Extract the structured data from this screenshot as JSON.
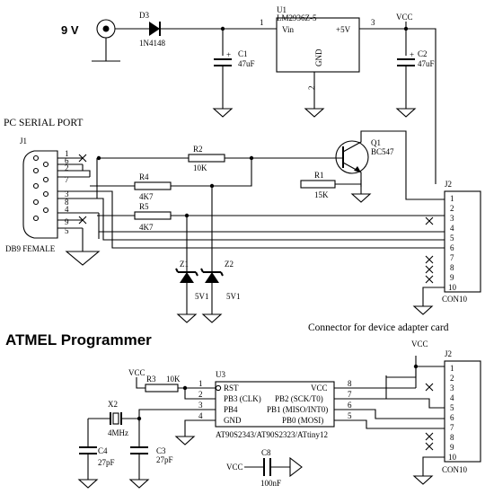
{
  "header": {
    "battery_label": "9 V",
    "section_serial": "PC SERIAL PORT",
    "caption_adapter": "Connector for device adapter card",
    "title": "ATMEL Programmer"
  },
  "parts": {
    "d3": {
      "ref": "D3",
      "value": "1N4148"
    },
    "u1": {
      "ref": "U1",
      "value": "LM2936Z-5",
      "vin": "Vin",
      "vout": "+5V",
      "gnd": "GND",
      "pin_in": "1",
      "pin_out": "3",
      "pin_gnd": "2"
    },
    "vcc_top": "VCC",
    "c1": {
      "ref": "C1",
      "value": "47uF",
      "plus": "+"
    },
    "c2": {
      "ref": "C2",
      "value": "47uF",
      "plus": "+"
    },
    "j1": {
      "ref": "J1",
      "name": "DB9 FEMALE",
      "pins": [
        "1",
        "6",
        "2",
        "7",
        "3",
        "8",
        "4",
        "9",
        "5"
      ]
    },
    "r2": {
      "ref": "R2",
      "value": "10K"
    },
    "r1": {
      "ref": "R1",
      "value": "15K"
    },
    "r4": {
      "ref": "R4",
      "value": "4K7"
    },
    "r5": {
      "ref": "R5",
      "value": "4K7"
    },
    "q1": {
      "ref": "Q1",
      "value": "BC547"
    },
    "z1": {
      "ref": "Z1",
      "value": "5V1"
    },
    "z2": {
      "ref": "Z2",
      "value": "5V1"
    },
    "j2_top": {
      "ref": "J2",
      "name": "CON10",
      "pins": [
        "1",
        "2",
        "3",
        "4",
        "5",
        "6",
        "7",
        "8",
        "9",
        "10"
      ]
    },
    "u3": {
      "ref": "U3",
      "name": "AT90S2343/AT90S2323/ATtiny12",
      "left_pins": [
        "RST",
        "PB3 (CLK)",
        "PB4",
        "GND"
      ],
      "left_nums": [
        "1",
        "2",
        "3",
        "4"
      ],
      "right_pins": [
        "VCC",
        "PB2 (SCK/T0)",
        "PB1 (MISO/INT0)",
        "PB0 (MOSI)"
      ],
      "right_nums": [
        "8",
        "7",
        "6",
        "5"
      ]
    },
    "vcc_r3": "VCC",
    "r3": {
      "ref": "R3",
      "value": "10K"
    },
    "vcc_j2b": "VCC",
    "x2": {
      "ref": "X2",
      "value": "4MHz"
    },
    "c3": {
      "ref": "C3",
      "value": "27pF"
    },
    "c4": {
      "ref": "C4",
      "value": "27pF"
    },
    "c8": {
      "ref": "C8",
      "value": "100nF",
      "vcc": "VCC"
    },
    "j2_bottom": {
      "ref": "J2",
      "name": "CON10",
      "pins": [
        "1",
        "2",
        "3",
        "4",
        "5",
        "6",
        "7",
        "8",
        "9",
        "10"
      ]
    }
  }
}
